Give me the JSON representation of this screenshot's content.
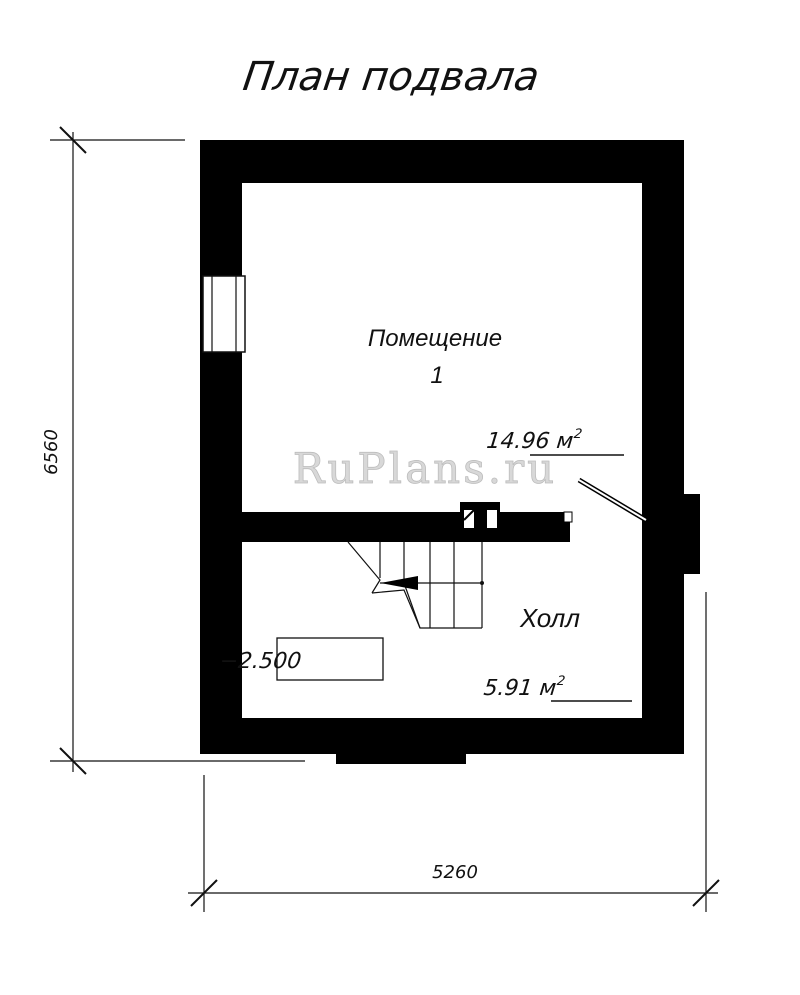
{
  "title": "План подвала",
  "watermark": "RuPlans.ru",
  "rooms": [
    {
      "name_line1": "Помещение",
      "name_line2": "1",
      "area": "14.96 м",
      "area_sup": "2"
    },
    {
      "name_line1": "Холл",
      "area": "5.91 м",
      "area_sup": "2"
    }
  ],
  "level_mark": "−2.500",
  "dimensions": {
    "height": "6560",
    "width": "5260"
  },
  "colors": {
    "wall": "#000000",
    "line": "#111111",
    "background": "#ffffff"
  }
}
